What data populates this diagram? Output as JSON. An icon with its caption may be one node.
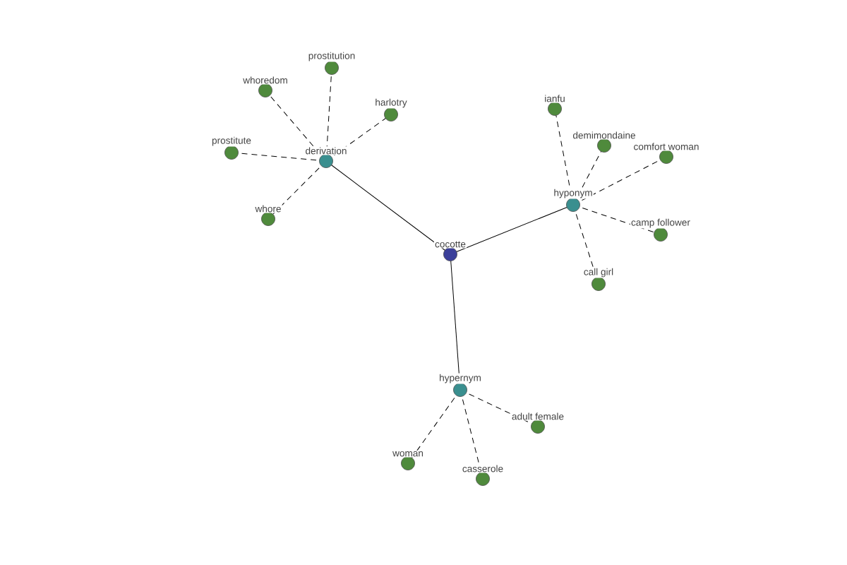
{
  "diagram": {
    "nodes": [
      {
        "text": [
          "cocotte"
        ]
      },
      {
        "text": [
          "derivation"
        ]
      },
      {
        "text": [
          "hyponym"
        ]
      },
      {
        "text": [
          "hypernym"
        ]
      },
      {
        "text": [
          "prostitution"
        ]
      },
      {
        "text": [
          "whoredom"
        ]
      },
      {
        "text": [
          "harlotry"
        ]
      },
      {
        "text": [
          "prostitute"
        ]
      },
      {
        "text": [
          "whore"
        ]
      },
      {
        "text": [
          "ianfu"
        ]
      },
      {
        "text": [
          "demimondaine"
        ]
      },
      {
        "text": [
          "comfort woman"
        ]
      },
      {
        "text": [
          "camp follower"
        ]
      },
      {
        "text": [
          "call girl"
        ]
      },
      {
        "text": [
          "adult female"
        ]
      },
      {
        "text": [
          "woman"
        ]
      },
      {
        "text": [
          "casserole"
        ]
      }
    ],
    "edges": [
      {
        "from": 0,
        "to": 1,
        "arrow": "none"
      },
      {
        "from": 0,
        "to": 2,
        "arrow": "none"
      },
      {
        "from": 0,
        "to": 3,
        "arrow": "none"
      },
      {
        "from": 1,
        "to": 4,
        "arrow": "none",
        "style": "dashed"
      },
      {
        "from": 1,
        "to": 5,
        "arrow": "none",
        "style": "dashed"
      },
      {
        "from": 1,
        "to": 6,
        "arrow": "none",
        "style": "dashed"
      },
      {
        "from": 1,
        "to": 7,
        "arrow": "none",
        "style": "dashed"
      },
      {
        "from": 1,
        "to": 8,
        "arrow": "none",
        "style": "dashed"
      },
      {
        "from": 2,
        "to": 9,
        "arrow": "none",
        "style": "dashed"
      },
      {
        "from": 2,
        "to": 10,
        "arrow": "none",
        "style": "dashed"
      },
      {
        "from": 2,
        "to": 11,
        "arrow": "none",
        "style": "dashed"
      },
      {
        "from": 2,
        "to": 12,
        "arrow": "none",
        "style": "dashed"
      },
      {
        "from": 2,
        "to": 13,
        "arrow": "none",
        "style": "dashed"
      },
      {
        "from": 3,
        "to": 14,
        "arrow": "none",
        "style": "dashed"
      },
      {
        "from": 3,
        "to": 15,
        "arrow": "none",
        "style": "dashed"
      },
      {
        "from": 3,
        "to": 16,
        "arrow": "none",
        "style": "dashed"
      }
    ]
  }
}
